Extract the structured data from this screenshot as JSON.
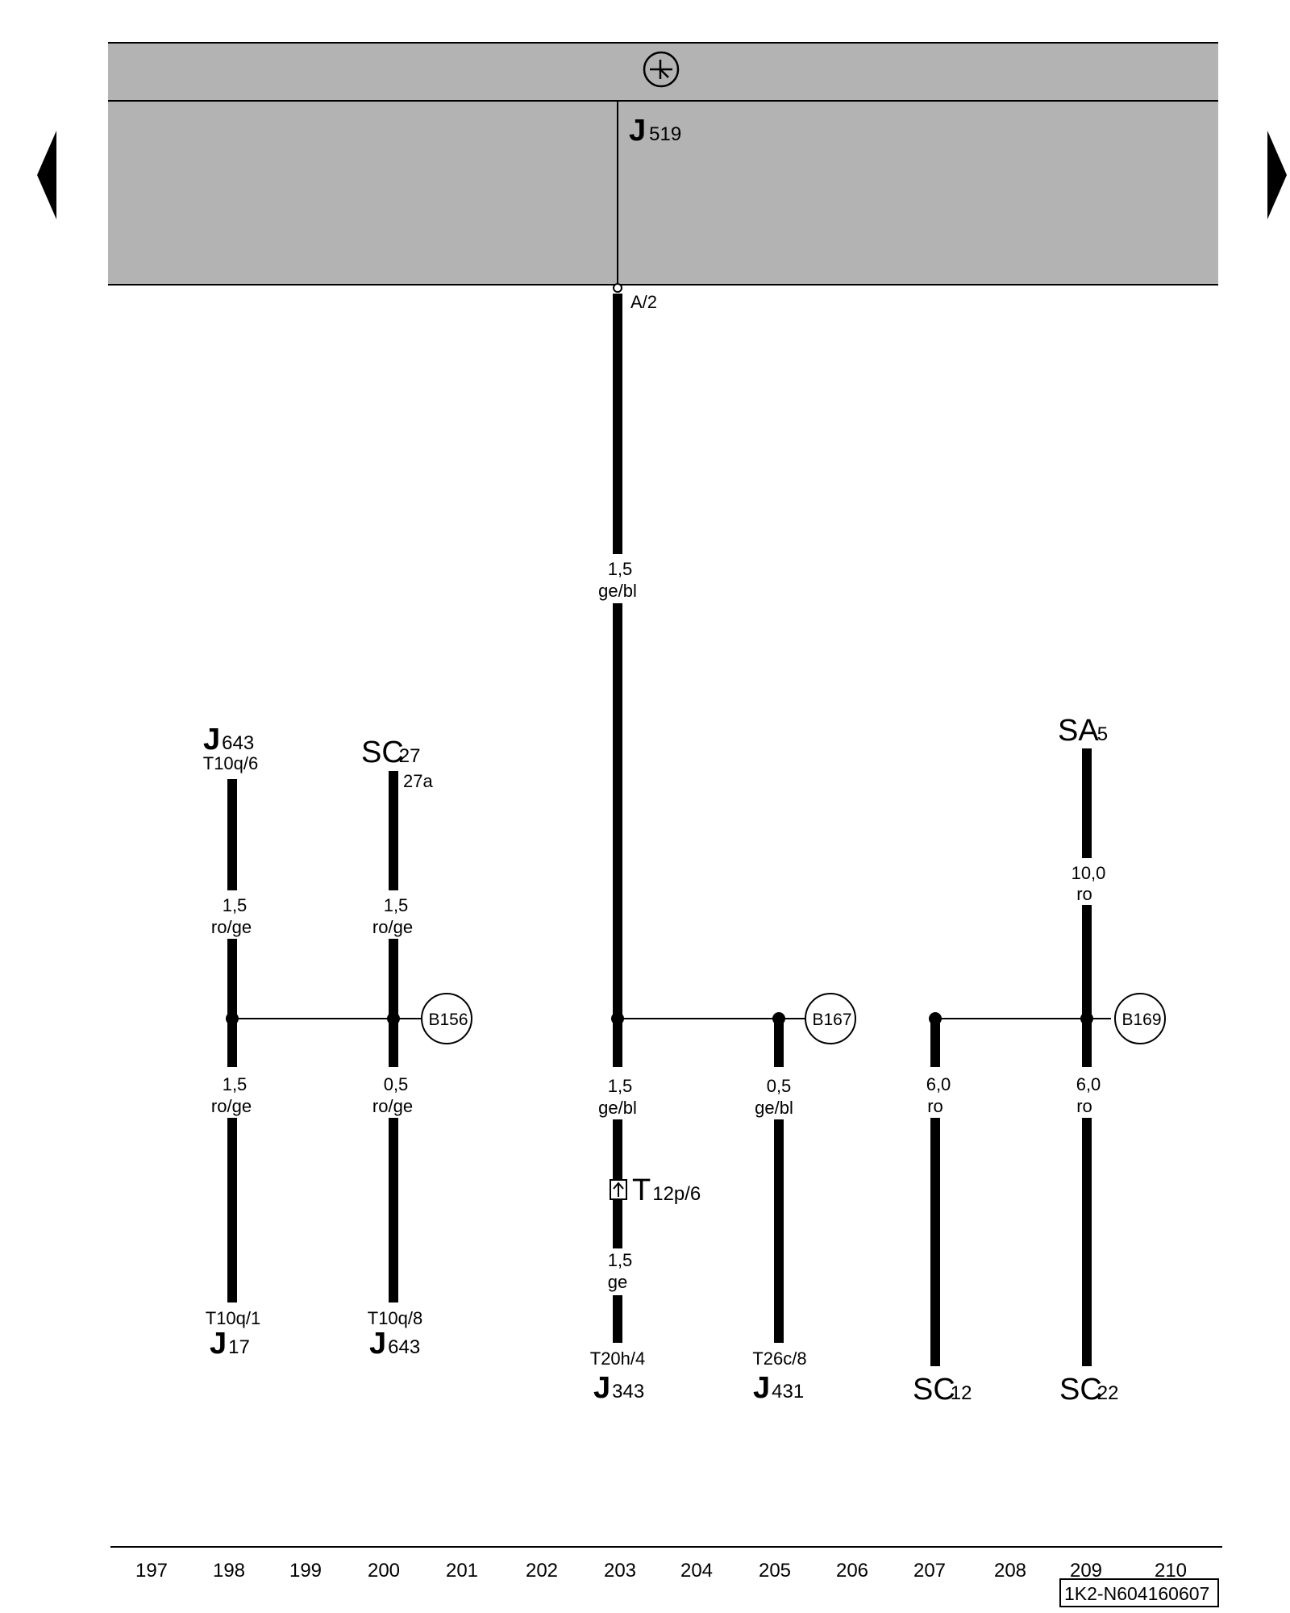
{
  "module": {
    "name": "J",
    "sub": "519",
    "pin": "A/2"
  },
  "wires": {
    "main_top": {
      "size": "1,5",
      "color": "ge/bl"
    },
    "main_mid": {
      "size": "1,5",
      "color": "ge/bl"
    },
    "main_low": {
      "size": "1,5",
      "color": "ge"
    },
    "left1_top": {
      "size": "1,5",
      "color": "ro/ge"
    },
    "left1_bot": {
      "size": "1,5",
      "color": "ro/ge"
    },
    "left2_top": {
      "size": "1,5",
      "color": "ro/ge"
    },
    "left2_bot": {
      "size": "0,5",
      "color": "ro/ge"
    },
    "b167_bot": {
      "size": "0,5",
      "color": "ge/bl"
    },
    "sc12_bot": {
      "size": "6,0",
      "color": "ro"
    },
    "sa5_top": {
      "size": "10,0",
      "color": "ro"
    },
    "sa5_bot": {
      "size": "6,0",
      "color": "ro"
    }
  },
  "top_components": {
    "j643_top": {
      "name": "J",
      "sub": "643",
      "pin": "T10q/6"
    },
    "sc27": {
      "name": "SC",
      "sub": "27",
      "pin": "27a"
    },
    "sa5": {
      "name": "SA",
      "sub": "5"
    }
  },
  "bottom_components": {
    "j17": {
      "name": "J",
      "sub": "17",
      "pin": "T10q/1"
    },
    "j643_bot": {
      "name": "J",
      "sub": "643",
      "pin": "T10q/8"
    },
    "j343": {
      "name": "J",
      "sub": "343",
      "pin": "T20h/4"
    },
    "j431": {
      "name": "J",
      "sub": "431",
      "pin": "T26c/8"
    },
    "sc12": {
      "name": "SC",
      "sub": "12"
    },
    "sc22": {
      "name": "SC",
      "sub": "22"
    }
  },
  "connector": {
    "name": "T",
    "sub": "12p/6"
  },
  "junctions": {
    "b156": "B156",
    "b167": "B167",
    "b169": "B169"
  },
  "track_numbers": [
    "197",
    "198",
    "199",
    "200",
    "201",
    "202",
    "203",
    "204",
    "205",
    "206",
    "207",
    "208",
    "209",
    "210"
  ],
  "diagram_id": "1K2-N604160607",
  "icons": [
    "nav-prev-arrow-icon",
    "nav-next-arrow-icon",
    "terminal-30-fuse-icon",
    "connector-pin-icon"
  ]
}
